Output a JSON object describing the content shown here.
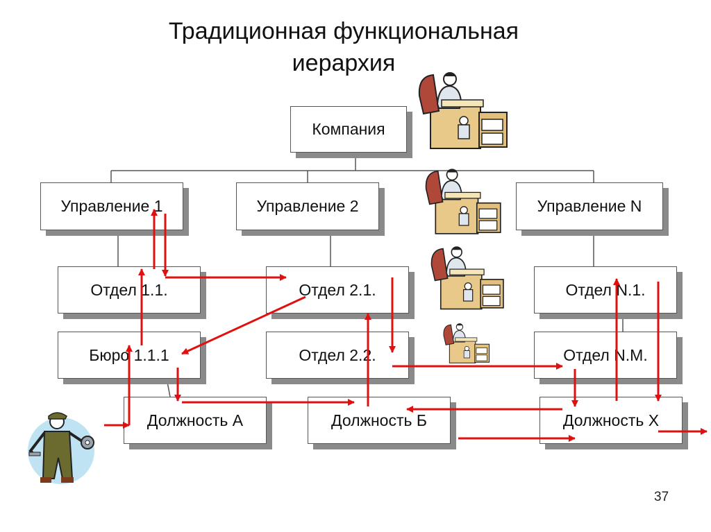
{
  "title": {
    "line1": "Традиционная функциональная",
    "line2": "иерархия"
  },
  "nodes": {
    "company": "Компания",
    "dir1": "Управление 1",
    "dir2": "Управление 2",
    "dirN": "Управление N",
    "dept11": "Отдел 1.1.",
    "dept21": "Отдел 2.1.",
    "deptN1": "Отдел N.1.",
    "bureau111": "Бюро 1.1.1",
    "dept22": "Отдел 2.2.",
    "deptNM": "Отдел N.M.",
    "posA": "Должность А",
    "posB": "Должность Б",
    "posX": "Должность Х"
  },
  "page_number": "37",
  "colors": {
    "arrow": "#e01010",
    "line": "#555555",
    "shadow": "#8a8a8a"
  },
  "icons": [
    "manager-at-desk-icon",
    "worker-with-gear-icon"
  ]
}
